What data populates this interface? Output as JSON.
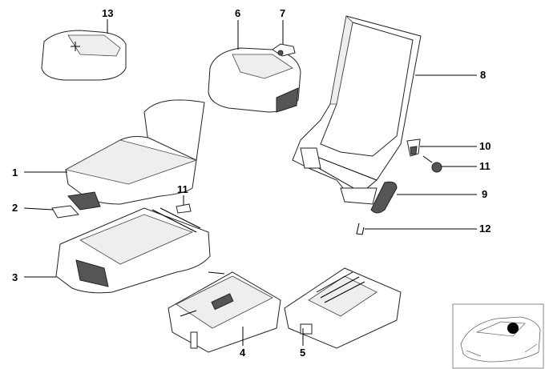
{
  "diagram": {
    "callouts": {
      "armrest_cover": "1",
      "pad": "2",
      "armrest_housing": "3",
      "storage_tray_left": "4",
      "storage_tray_right": "5",
      "upper_cushion": "6",
      "clip_top": "7",
      "frame": "8",
      "trim_piece": "9",
      "expanding_nut": "10",
      "screw": "11",
      "screw_left": "11",
      "clamp": "12",
      "pillow": "13"
    },
    "thumbnail": {
      "icon": "car-location-icon"
    }
  }
}
